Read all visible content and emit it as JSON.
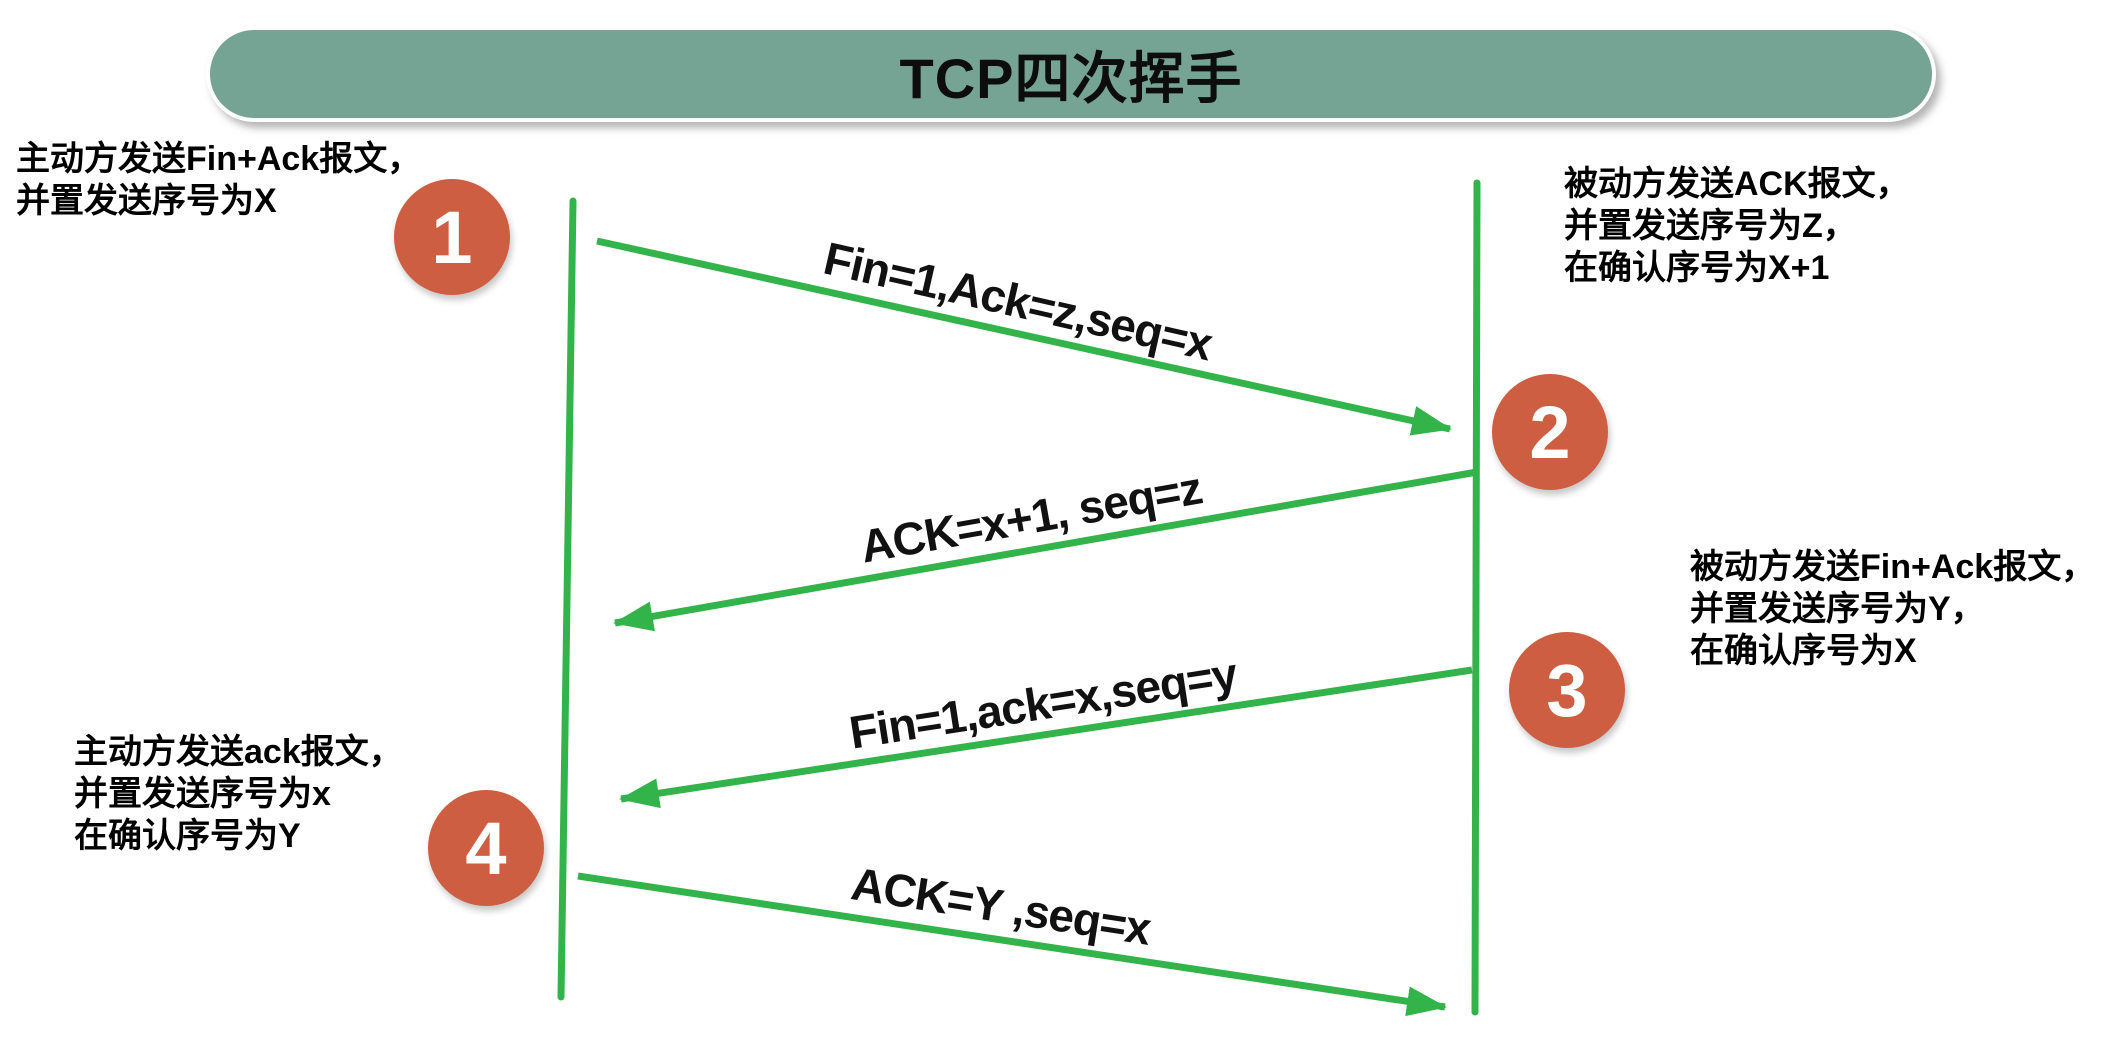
{
  "title": "TCP四次挥手",
  "colors": {
    "banner": "#75a494",
    "arrow": "#33b44a",
    "step_circle": "#cd5e41",
    "text": "#000000"
  },
  "steps": [
    {
      "number": "1",
      "message": "Fin=1,Ack=z,seq=x",
      "direction": "right",
      "annotation": {
        "lines": [
          "主动方发送Fin+Ack报文，",
          "并置发送序号为X"
        ]
      }
    },
    {
      "number": "2",
      "message": "ACK=x+1, seq=z",
      "direction": "left",
      "annotation": {
        "lines": [
          "被动方发送ACK报文，",
          "并置发送序号为Z，",
          "在确认序号为X+1"
        ]
      }
    },
    {
      "number": "3",
      "message": "Fin=1,ack=x,seq=y",
      "direction": "left",
      "annotation": {
        "lines": [
          "被动方发送Fin+Ack报文，",
          "并置发送序号为Y，",
          "在确认序号为X"
        ]
      }
    },
    {
      "number": "4",
      "message": "ACK=Y ,seq=x",
      "direction": "right",
      "annotation": {
        "lines": [
          "主动方发送ack报文，",
          "并置发送序号为x",
          "在确认序号为Y"
        ]
      }
    }
  ]
}
